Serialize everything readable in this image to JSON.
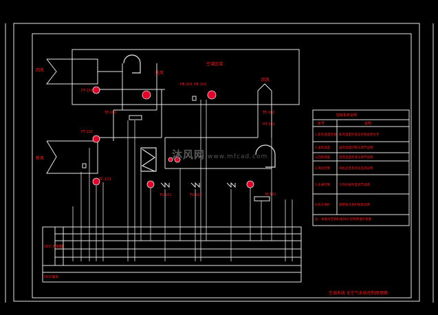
{
  "drawing": {
    "room_label": "空调区域",
    "labels": {
      "supply_air": "送风",
      "return_air_left": "回风",
      "return_air_top": "回风",
      "fresh_air_left": "新风"
    },
    "device_tags": {
      "pt_left_1": "PT-101",
      "pt_left_2": "PT-102",
      "te_left": "TE-101",
      "tc_left": "TC-103",
      "te_right": "TE-102",
      "ht_right": "HT-101",
      "he_top_1": "HE-101",
      "he_top_2": "HE-102",
      "tv_1": "TV-101",
      "tv_2": "TV-102",
      "fan_tag": "M-101"
    },
    "bottom_table": {
      "row_label_main": "DDC 控制器",
      "row_label_bottom": "DDC输出"
    },
    "legend": {
      "title": "控制系统说明",
      "col1": "序号",
      "col2": "说明",
      "rows": [
        {
          "left": "1.新风温度检测",
          "right": "新风温度检测与控制说明文字"
        },
        {
          "left": "2.送风温度",
          "right": "送风温度控制与调节说明"
        },
        {
          "left": "3.回风湿度",
          "right": "回风湿度检测与调节说明"
        },
        {
          "left": "4.风机控制",
          "right": "风机启停及状态监测说明"
        },
        {
          "left": "5.水阀控制",
          "right": "冷热水阀开度调节说明"
        },
        {
          "left": "6.防冻保护",
          "right": "盘管防冻保护联锁说明"
        }
      ],
      "note": "注：本图为空调机组DDC控制原理示意图"
    },
    "drawing_title": "空调系统  全空气系统控制原理图",
    "watermark": "沐风网",
    "watermark_url": "www.mfcad.com"
  }
}
